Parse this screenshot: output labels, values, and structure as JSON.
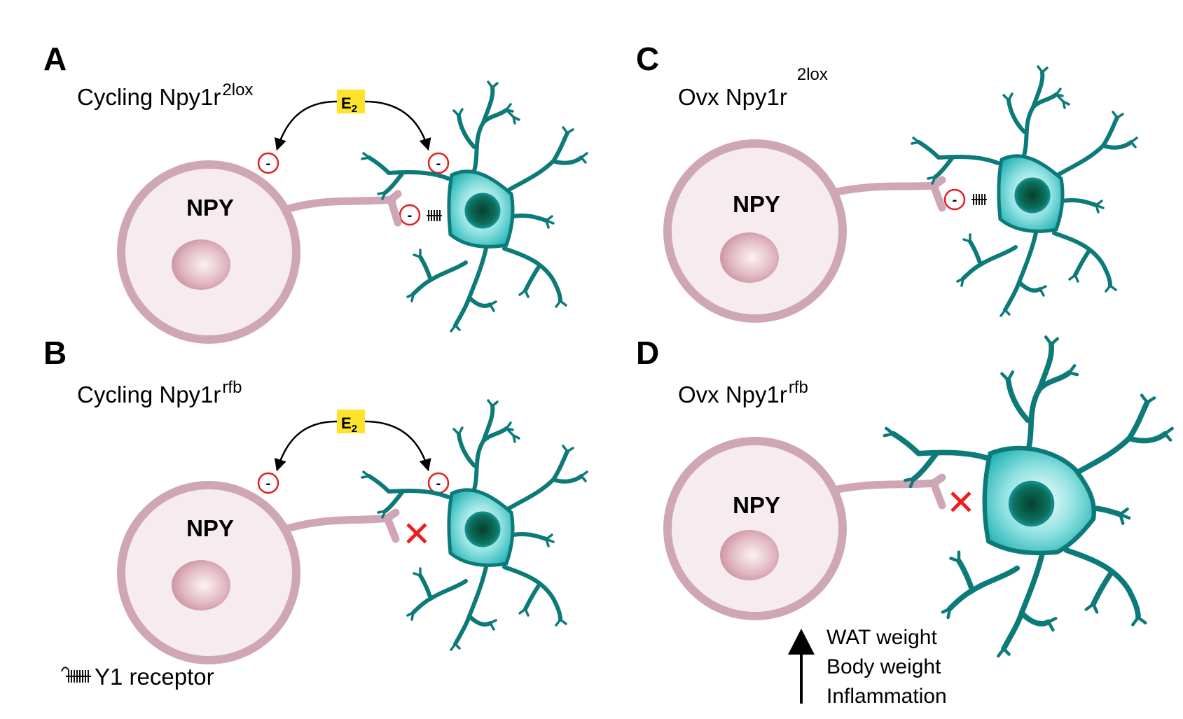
{
  "panels": {
    "A": {
      "letter": "A",
      "title": "Cycling Npy1r",
      "sup": "2lox"
    },
    "B": {
      "letter": "B",
      "title": "Cycling Npy1r",
      "sup": "rfb"
    },
    "C": {
      "letter": "C",
      "title": "Ovx Npy1r",
      "sup": "2lox"
    },
    "D": {
      "letter": "D",
      "title": "Ovx Npy1r",
      "sup": "rfb"
    }
  },
  "neuron_label": "NPY",
  "hormone": {
    "base": "E",
    "sub": "2"
  },
  "inhibition_symbol": "-",
  "blocked_symbol": "✕",
  "legend": {
    "label": "Y1 receptor"
  },
  "outcome": {
    "lines": [
      "WAT weight",
      "Body weight",
      "Inflammation"
    ]
  },
  "colors": {
    "neuron_outline": "#cfa6b5",
    "neuron_fill": "#f6ecef",
    "nucleus": "#d9a3af",
    "astrocyte": "#0d7a7a",
    "astrocyte_fill": "#39c6c6",
    "astrocyte_nucleus": "#06483a",
    "hormone_box": "#ffe32a",
    "inhibition_circle": "#e41e1e",
    "blocked_cross": "#ee1c1c"
  },
  "icons": [
    "y1-receptor-icon",
    "up-arrow-icon",
    "cross-icon",
    "minus-circle-icon"
  ]
}
